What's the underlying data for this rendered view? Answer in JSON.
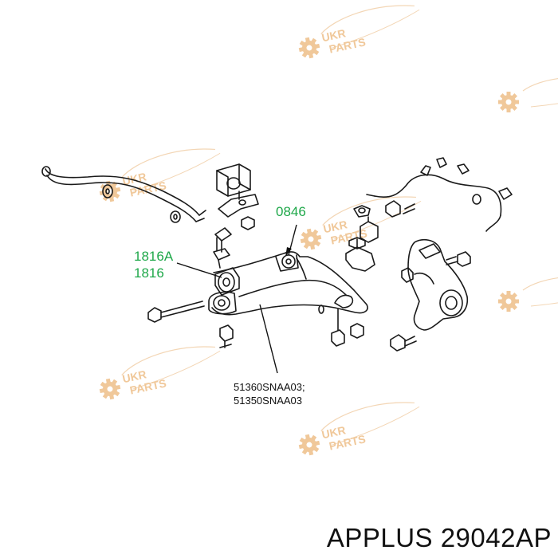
{
  "watermark": {
    "line1": "UKR",
    "line2": "PARTS",
    "color": "#f0c89a",
    "icon": "gear-icon"
  },
  "callouts": {
    "part_0846": "0846",
    "part_1816a": "1816A",
    "part_1816": "1816",
    "part_51360": "51360SNAA03;",
    "part_51350": "51350SNAA03"
  },
  "colors": {
    "callout_green": "#1fa84a",
    "line_art": "#1a1a1a"
  },
  "footer": {
    "label": "APPLUS 29042AP"
  }
}
